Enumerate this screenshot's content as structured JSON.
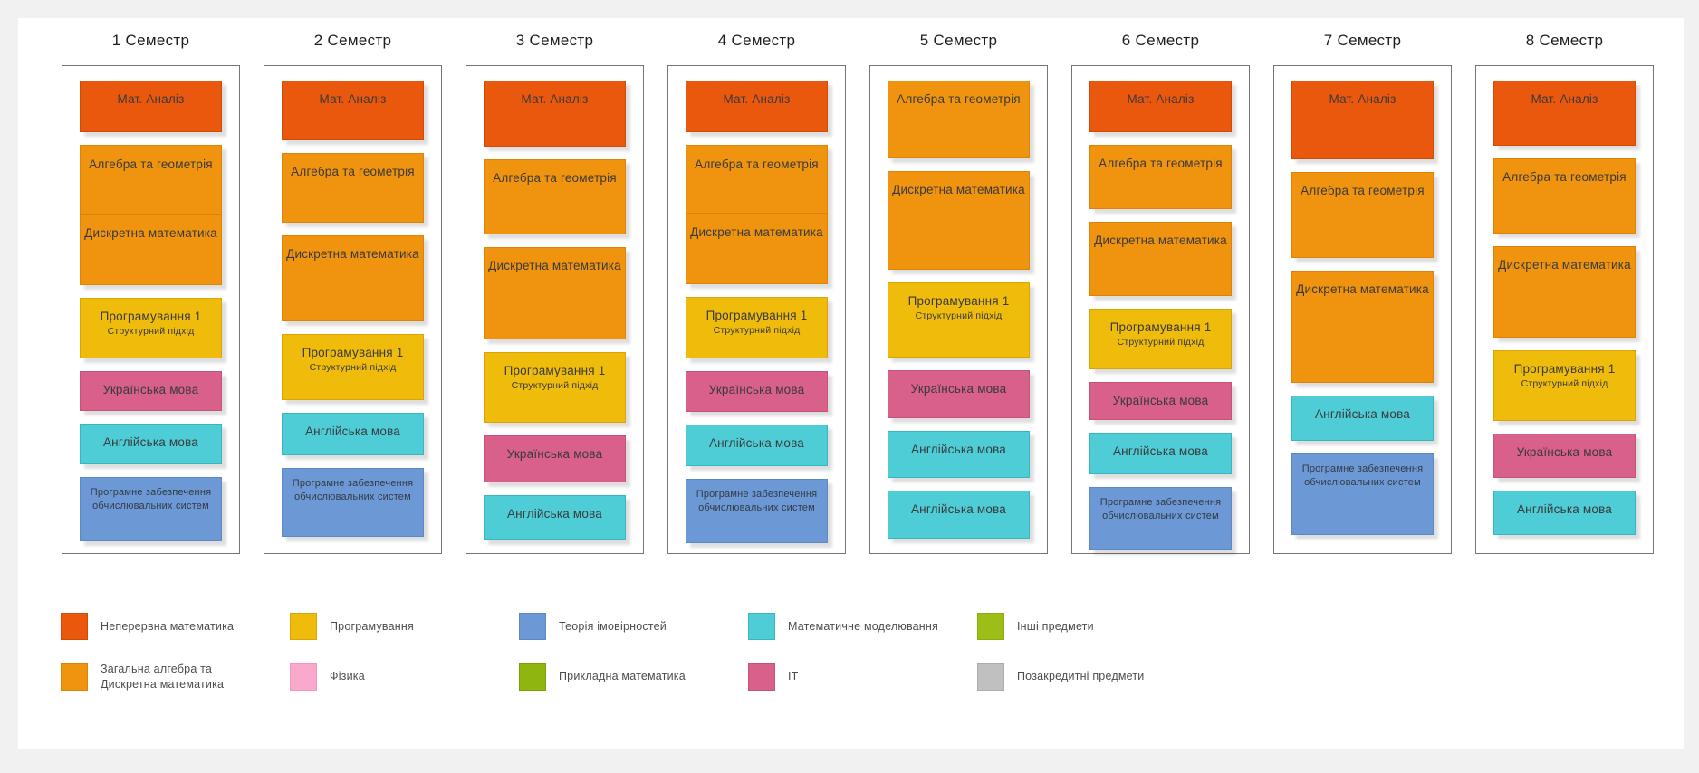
{
  "page": {
    "background": "#f1f1f2",
    "panel_background": "#ffffff",
    "frame_border": "#757575"
  },
  "colors": {
    "continuous_math": {
      "fill": "#EA580E",
      "border": "#D04B06"
    },
    "algebra_discrete": {
      "fill": "#F0940F",
      "border": "#DD8407"
    },
    "programming": {
      "fill": "#EFBC0B",
      "border": "#DBA406"
    },
    "probability": {
      "fill": "#6C99D6",
      "border": "#5C88C4"
    },
    "math_modeling": {
      "fill": "#4ECDD7",
      "border": "#35B7C1"
    },
    "it": {
      "fill": "#D8608A",
      "border": "#C75279"
    },
    "physics": {
      "fill": "#F9A9CB",
      "border": "#EF97BC"
    },
    "applied_math": {
      "fill": "#8FB50F",
      "border": "#7EA108"
    },
    "other": {
      "fill": "#9CBE17",
      "border": "#8CAB0E"
    },
    "noncredit": {
      "fill": "#C0C0C0",
      "border": "#ACACAC"
    }
  },
  "columns": [
    {
      "title": "1 Семестр",
      "boxes": [
        {
          "label": "Мат. Аналіз",
          "category": "continuous_math",
          "height": 57
        },
        {
          "category": "algebra_discrete",
          "parts": [
            {
              "label": "Алгебра та геометрія",
              "height": 75
            },
            {
              "label": "Дискретна математика",
              "height": 78
            }
          ]
        },
        {
          "label": "Програмування 1",
          "sublabel": "Структурний підхід",
          "category": "programming",
          "height": 67
        },
        {
          "label": "Українська мова",
          "category": "it",
          "height": 44
        },
        {
          "label": "Англійська мова",
          "category": "math_modeling",
          "height": 45
        },
        {
          "label": "Програмне забезпечення обчислювальних систем",
          "category": "probability",
          "height": 71,
          "small": true
        }
      ]
    },
    {
      "title": "2 Семестр",
      "boxes": [
        {
          "label": "Мат. Аналіз",
          "category": "continuous_math",
          "height": 66
        },
        {
          "label": "Алгебра та геометрія",
          "category": "algebra_discrete",
          "height": 77
        },
        {
          "label": "Дискретна математика",
          "category": "algebra_discrete",
          "height": 95
        },
        {
          "label": "Програмування 1",
          "sublabel": "Структурний підхід",
          "category": "programming",
          "height": 73
        },
        {
          "label": "Англійська мова",
          "category": "math_modeling",
          "height": 47
        },
        {
          "label": "Програмне забезпечення обчислювальних систем",
          "category": "probability",
          "height": 76,
          "small": true
        }
      ]
    },
    {
      "title": "3 Семестр",
      "boxes": [
        {
          "label": "Мат. Аналіз",
          "category": "continuous_math",
          "height": 73
        },
        {
          "label": "Алгебра та геометрія",
          "category": "algebra_discrete",
          "height": 83
        },
        {
          "label": "Дискретна математика",
          "category": "algebra_discrete",
          "height": 102
        },
        {
          "label": "Програмування 1",
          "sublabel": "Структурний підхід",
          "category": "programming",
          "height": 78
        },
        {
          "label": "Українська мова",
          "category": "it",
          "height": 52
        },
        {
          "label": "Англійська мова",
          "category": "math_modeling",
          "height": 50
        }
      ]
    },
    {
      "title": "4 Семестр",
      "boxes": [
        {
          "label": "Мат. Аналіз",
          "category": "continuous_math",
          "height": 57
        },
        {
          "category": "algebra_discrete",
          "parts": [
            {
              "label": "Алгебра та геометрія",
              "height": 74
            },
            {
              "label": "Дискретна математика",
              "height": 78
            }
          ]
        },
        {
          "label": "Програмування 1",
          "sublabel": "Структурний підхід",
          "category": "programming",
          "height": 68
        },
        {
          "label": "Українська мова",
          "category": "it",
          "height": 45
        },
        {
          "label": "Англійська мова",
          "category": "math_modeling",
          "height": 46
        },
        {
          "label": "Програмне забезпечення обчислювальних систем",
          "category": "probability",
          "height": 71,
          "small": true
        }
      ]
    },
    {
      "title": "5 Семестр",
      "boxes": [
        {
          "label": "Алгебра та геометрія",
          "category": "algebra_discrete",
          "height": 86
        },
        {
          "label": "Дискретна математика",
          "category": "algebra_discrete",
          "height": 109
        },
        {
          "label": "Програмування 1",
          "sublabel": "Структурний підхід",
          "category": "programming",
          "height": 83
        },
        {
          "label": "Українська мова",
          "category": "it",
          "height": 53
        },
        {
          "label": "Англійська мова",
          "category": "math_modeling",
          "height": 52
        },
        {
          "label": "Англійська мова",
          "category": "math_modeling",
          "height": 53
        }
      ]
    },
    {
      "title": "6 Семестр",
      "boxes": [
        {
          "label": "Мат. Аналіз",
          "category": "continuous_math",
          "height": 57
        },
        {
          "label": "Алгебра та геометрія",
          "category": "algebra_discrete",
          "height": 71
        },
        {
          "label": "Дискретна математика",
          "category": "algebra_discrete",
          "height": 82
        },
        {
          "label": "Програмування 1",
          "sublabel": "Структурний підхід",
          "category": "programming",
          "height": 67
        },
        {
          "label": "Українська мова",
          "category": "it",
          "height": 42
        },
        {
          "label": "Англійська мова",
          "category": "math_modeling",
          "height": 46
        },
        {
          "label": "Програмне забезпечення обчислювальних систем",
          "category": "probability",
          "height": 70,
          "small": true
        }
      ]
    },
    {
      "title": "7 Семестр",
      "boxes": [
        {
          "label": "Мат. Аналіз",
          "category": "continuous_math",
          "height": 87
        },
        {
          "label": "Алгебра та геометрія",
          "category": "algebra_discrete",
          "height": 95
        },
        {
          "label": "Дискретна математика",
          "category": "algebra_discrete",
          "height": 124
        },
        {
          "label": "Англійська мова",
          "category": "math_modeling",
          "height": 50
        },
        {
          "label": "Програмне забезпечення обчислювальних систем",
          "category": "probability",
          "height": 90,
          "small": true
        }
      ]
    },
    {
      "title": "8 Семестр",
      "boxes": [
        {
          "label": "Мат. Аналіз",
          "category": "continuous_math",
          "height": 72
        },
        {
          "label": "Алгебра та геометрія",
          "category": "algebra_discrete",
          "height": 83
        },
        {
          "label": "Дискретна математика",
          "category": "algebra_discrete",
          "height": 101
        },
        {
          "label": "Програмування 1",
          "sublabel": "Структурний підхід",
          "category": "programming",
          "height": 78
        },
        {
          "label": "Українська мова",
          "category": "it",
          "height": 49
        },
        {
          "label": "Англійська мова",
          "category": "math_modeling",
          "height": 49
        }
      ]
    }
  ],
  "legend": {
    "items": [
      {
        "label": "Неперервна математика",
        "category": "continuous_math"
      },
      {
        "label": "Програмування",
        "category": "programming"
      },
      {
        "label": "Теорія імовірностей",
        "category": "probability"
      },
      {
        "label": "Математичне моделювання",
        "category": "math_modeling"
      },
      {
        "label": "Інші предмети",
        "category": "other"
      },
      {
        "label": "Загальна алгебра та Дискретна математика",
        "category": "algebra_discrete"
      },
      {
        "label": "Фізика",
        "category": "physics"
      },
      {
        "label": "Прикладна математика",
        "category": "applied_math"
      },
      {
        "label": "IT",
        "category": "it"
      },
      {
        "label": "Позакредитні предмети",
        "category": "noncredit"
      }
    ]
  }
}
